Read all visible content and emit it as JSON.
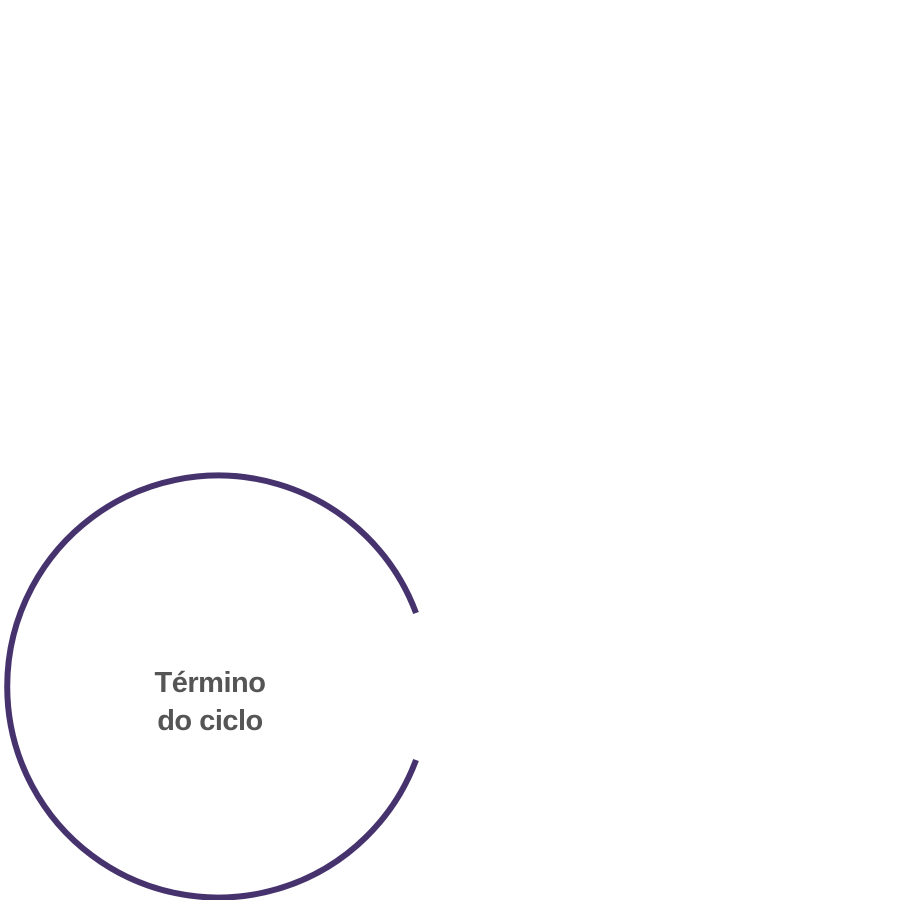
{
  "diagram": {
    "nodes": [
      {
        "id": "termino-do-ciclo",
        "label_lines": [
          "Término",
          "do ciclo"
        ],
        "shape": "open-circle",
        "gap_side": "right"
      }
    ],
    "colors": {
      "ring": "#46336e",
      "text": "#555555",
      "background": "#ffffff"
    }
  }
}
